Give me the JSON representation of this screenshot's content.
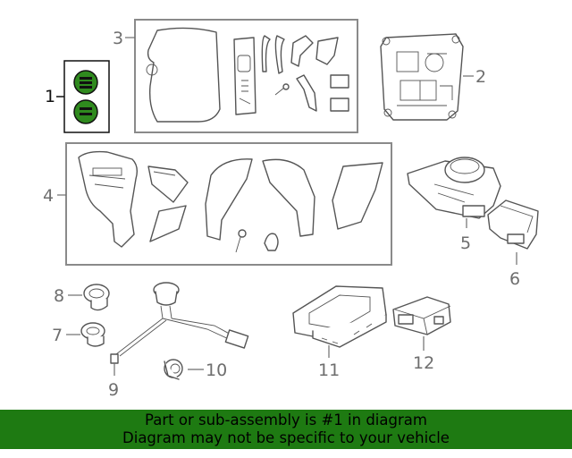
{
  "diagram": {
    "callouts": {
      "c1": "1",
      "c2": "2",
      "c3": "3",
      "c4": "4",
      "c5": "5",
      "c6": "6",
      "c7": "7",
      "c8": "8",
      "c9": "9",
      "c10": "10",
      "c11": "11",
      "c12": "12"
    },
    "highlight_color": "#2f8a1e"
  },
  "banner": {
    "line1": "Part or sub-assembly is #1 in diagram",
    "line2": "Diagram may not be specific to your vehicle",
    "background": "#1e7a12"
  }
}
